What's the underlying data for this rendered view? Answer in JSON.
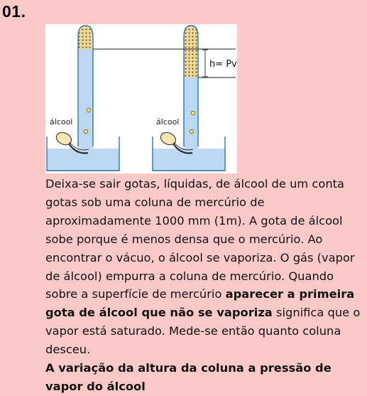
{
  "question": {
    "number": "01."
  },
  "figure": {
    "label_left": "álcool",
    "label_right": "álcool",
    "h_label": "h= Pv",
    "colors": {
      "mercury": "#bcd8f2",
      "mercury_outline": "#2a73b8",
      "vapor": "#f0d896",
      "dropper": "#f4e5b3",
      "drop": "#f4e178"
    }
  },
  "body": {
    "paragraph_pre": "Deixa-se sair gotas, líquidas, de álcool de um conta gotas sob uma coluna de mercúrio de aproximadamente 1000 mm (1m). A gota de álcool sobe porque é menos densa que o mercúrio. Ao encontrar o vácuo, o álcool se vaporiza. O gás (vapor de álcool) empurra a coluna de mercúrio. Quando sobre a superfície de mercúrio ",
    "paragraph_bold": "aparecer a primeira gota de álcool que não se vaporiza",
    "paragraph_post": " significa que o vapor está saturado. Mede-se então quanto coluna desceu.",
    "conclusion": "A variação da altura da coluna a pressão de vapor do álcool"
  }
}
